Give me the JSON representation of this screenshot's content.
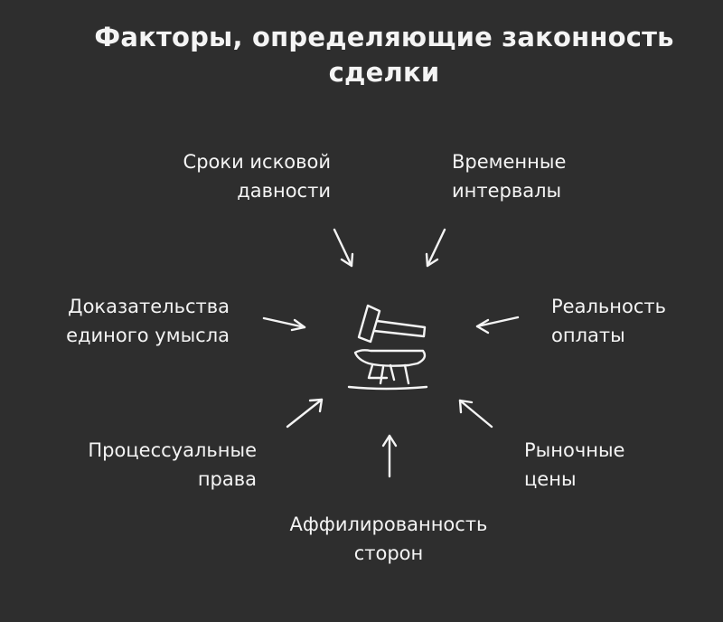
{
  "title": {
    "line1": "Факторы, определяющие законность",
    "line2": "сделки"
  },
  "factors": [
    {
      "line1": "Сроки исковой",
      "line2": "давности"
    },
    {
      "line1": "Временные",
      "line2": "интервалы"
    },
    {
      "line1": "Доказательства",
      "line2": "единого умысла"
    },
    {
      "line1": "Реальность",
      "line2": "оплаты"
    },
    {
      "line1": "Процессуальные",
      "line2": "права"
    },
    {
      "line1": "Рыночные",
      "line2": "цены"
    },
    {
      "line1": "Аффилированность",
      "line2": "сторон"
    }
  ],
  "icons": {
    "center": "gavel-anvil-icon",
    "arrows": "arrow-icon"
  },
  "colors": {
    "background": "#2e2e2e",
    "foreground": "#f4f4f4"
  }
}
